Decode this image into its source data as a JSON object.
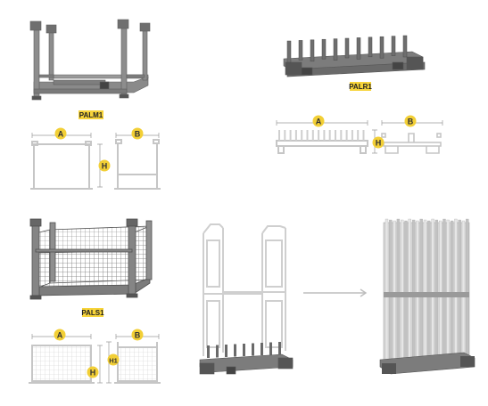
{
  "products": {
    "palm1": {
      "label": "PALM1"
    },
    "palr1": {
      "label": "PALR1"
    },
    "pals1": {
      "label": "PALS1"
    }
  },
  "dimensions": {
    "a": "A",
    "b": "B",
    "h": "H",
    "h1": "H1"
  },
  "colors": {
    "label_bg": "#f7d43a",
    "badge": "#f2cf36",
    "metal_dark": "#6b6b6b",
    "metal_mid": "#8d8d8d",
    "metal_light": "#b9b9b9",
    "outline": "#c9c9c9",
    "arrow": "#bdbdbd"
  }
}
